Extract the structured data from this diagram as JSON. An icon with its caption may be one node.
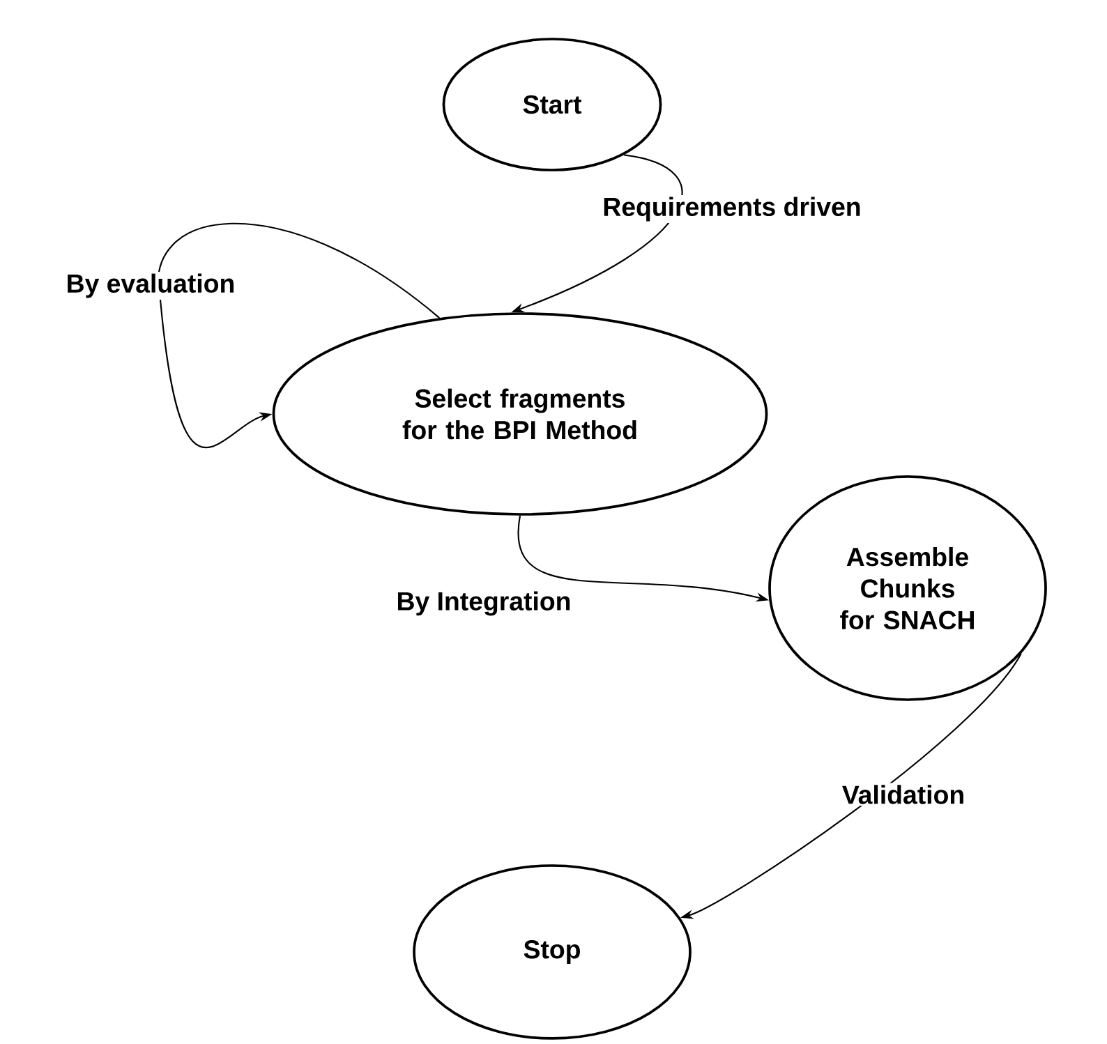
{
  "diagram": {
    "nodes": [
      {
        "text": [
          "Start"
        ]
      },
      {
        "text": [
          "Select fragments for the BPI Method"
        ]
      },
      {
        "text": [
          "Assemble Chunks for SNACH"
        ]
      },
      {
        "text": [
          "Stop"
        ]
      }
    ],
    "edges": [
      {
        "from": 0,
        "to": 1,
        "arrow": "to",
        "label": "Requirements driven"
      },
      {
        "from": 1,
        "to": 1,
        "arrow": "to",
        "label": "By evaluation"
      },
      {
        "from": 1,
        "to": 2,
        "arrow": "to",
        "label": "By Integration"
      },
      {
        "from": 2,
        "to": 3,
        "arrow": "to",
        "label": "Validation"
      }
    ]
  }
}
